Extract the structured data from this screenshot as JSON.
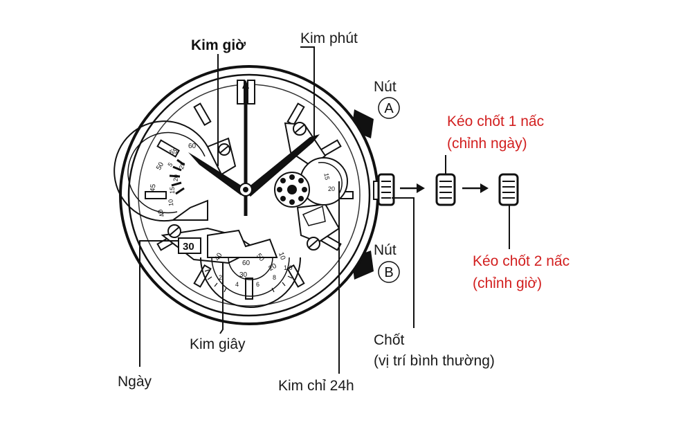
{
  "labels": {
    "hour_hand": "Kim giờ",
    "minute_hand": "Kim phút",
    "button_a_label": "Nút",
    "button_a_letter": "A",
    "button_b_label": "Nút",
    "button_b_letter": "B",
    "crown_pull1_line1": "Kéo chốt 1 nấc",
    "crown_pull1_line2": "(chỉnh ngày)",
    "crown_pull2_line1": "Kéo chốt 2 nấc",
    "crown_pull2_line2": "(chỉnh giờ)",
    "crown_normal_line1": "Chốt",
    "crown_normal_line2": "(vị trí bình thường)",
    "second_hand": "Kim giây",
    "date": "Ngày",
    "hand_24h": "Kim chỉ 24h"
  },
  "dial": {
    "date_value": "30",
    "left_subdial_ticks": [
      "60",
      "55",
      "50",
      "45",
      "40",
      "25",
      "20",
      "15",
      "10",
      "5"
    ],
    "bottom_subdial_ticks": [
      "60",
      "50",
      "40",
      "30",
      "20",
      "10",
      "2",
      "4",
      "6",
      "8",
      "1.0"
    ],
    "right_subdial_ticks": [
      "20",
      "15"
    ]
  },
  "colors": {
    "label_text": "#1a1a1a",
    "accent_red": "#d21f1f",
    "line": "#111111"
  }
}
